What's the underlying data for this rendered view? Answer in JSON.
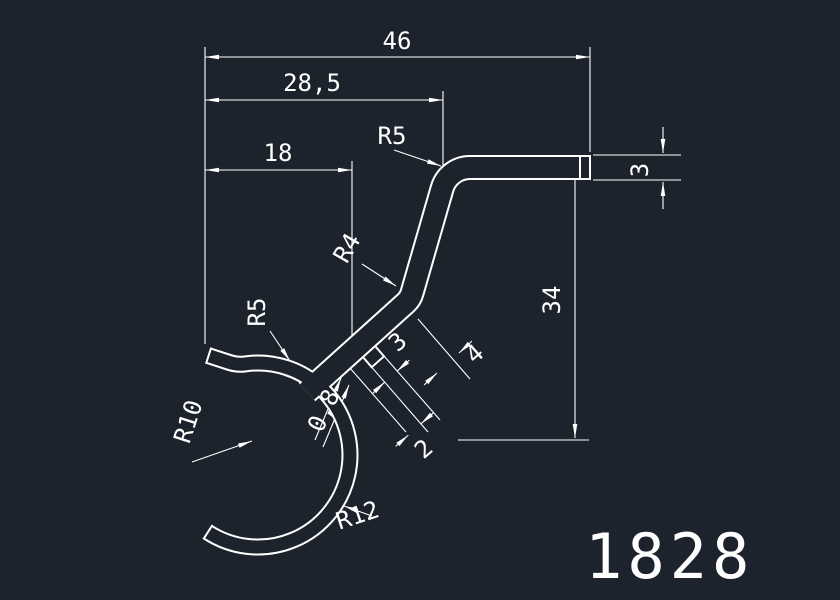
{
  "drawing": {
    "part_number": "1828",
    "colors": {
      "background": "#1d232c",
      "line": "#ffffff"
    },
    "dimensions": {
      "total_width": "46",
      "mid_width": "28,5",
      "left_width": "18",
      "top_radius": "R5",
      "right_thickness": "3",
      "right_height": "34",
      "mid_radius": "R4",
      "diag_width": "4",
      "diag_thickness": "3",
      "notch_gap": "0,8",
      "notch_width": "2",
      "lip_radius": "R5",
      "inner_radius": "R10",
      "outer_radius": "R12"
    }
  }
}
